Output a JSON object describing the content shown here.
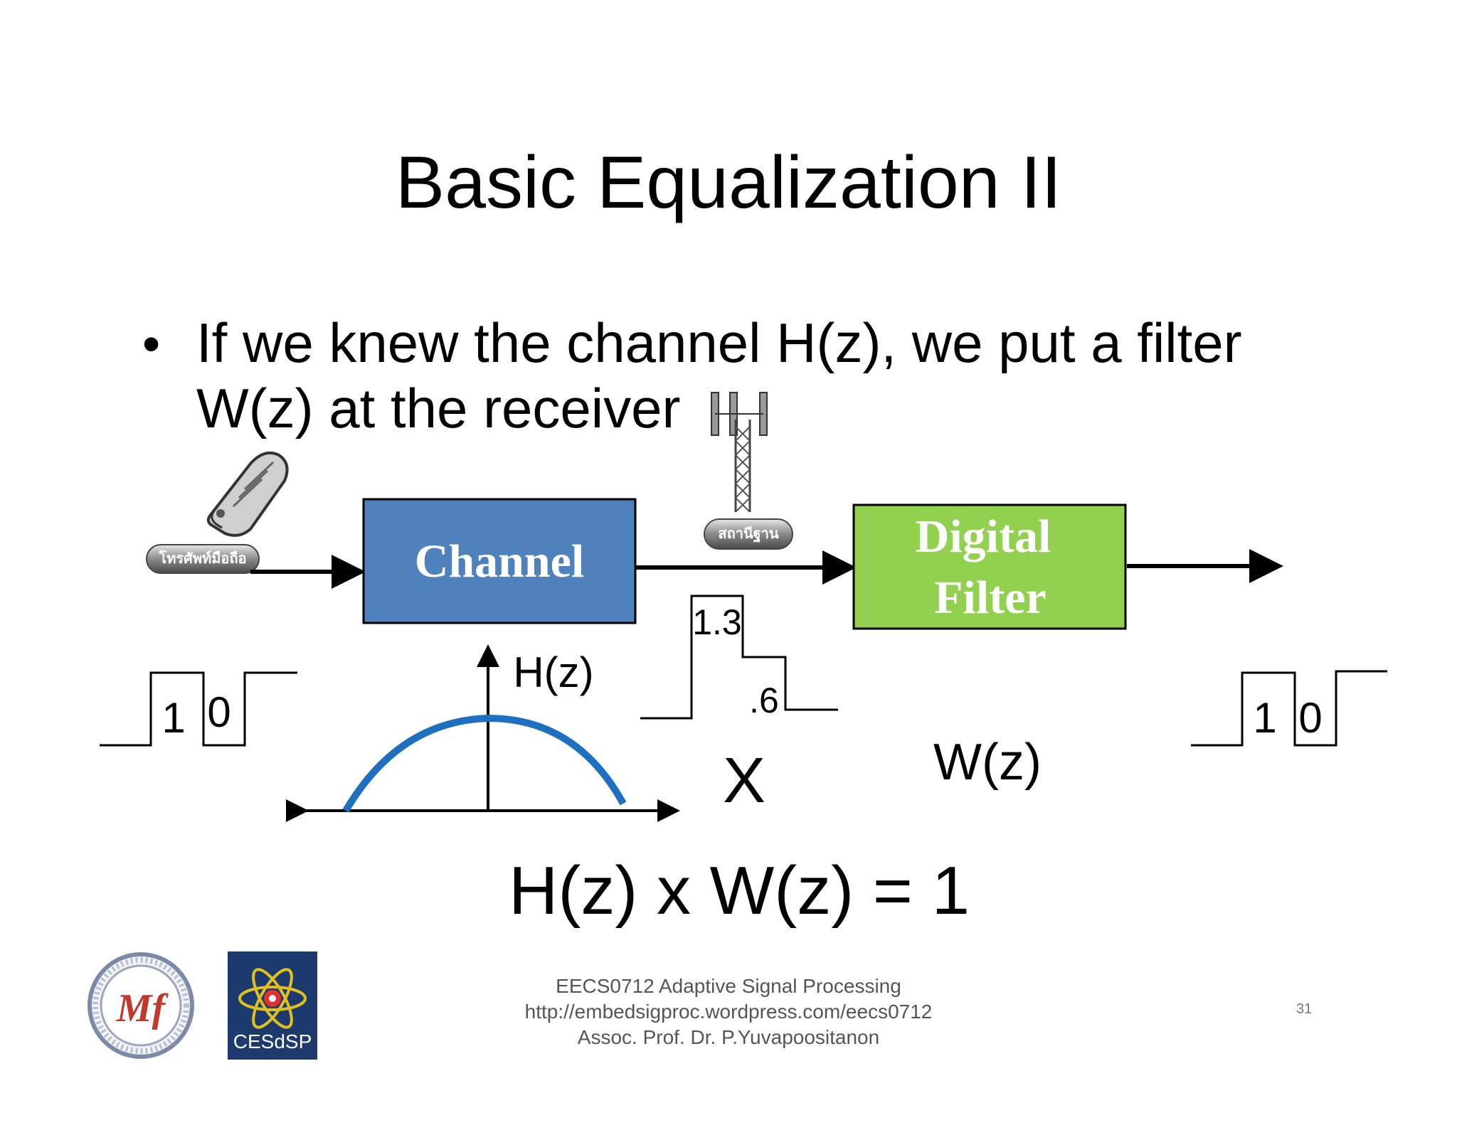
{
  "slide": {
    "title": "Basic Equalization II",
    "bullet_symbol": "•",
    "bullet_line1": "If we knew the channel H(z), we put a filter",
    "bullet_line2": "W(z) at the receiver"
  },
  "diagram": {
    "mobile_label": "โทรศัพท์มือถือ",
    "base_station_label": "สถานีฐาน",
    "channel_label": "Channel",
    "filter_label_line1": "Digital",
    "filter_label_line2": "Filter",
    "input_bits": [
      "1",
      "0"
    ],
    "output_bits": [
      "1",
      "0"
    ],
    "channel_response_label": "H(z)",
    "impulse_values": [
      "1.3",
      ".6"
    ],
    "multiply_symbol": "X",
    "filter_response_label": "W(z)",
    "colors": {
      "channel_box": "#4f81bd",
      "filter_box": "#92d050",
      "curve": "#1f6fc0"
    }
  },
  "equation": "H(z) x W(z) = 1",
  "footer": {
    "course": "EECS0712 Adaptive Signal Processing",
    "url": "http://embedsigproc.wordpress.com/eecs0712",
    "author": "Assoc. Prof. Dr. P.Yuvapoositanon",
    "page_number": "31"
  },
  "logos": {
    "left_logo": "university-seal",
    "right_logo_text": "CESdSP"
  }
}
